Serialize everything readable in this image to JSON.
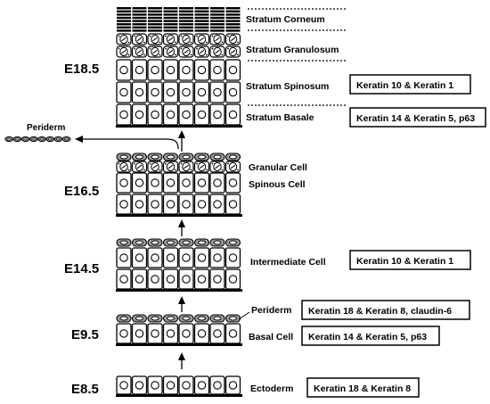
{
  "stages": {
    "e18": "E18.5",
    "e16": "E16.5",
    "e14": "E14.5",
    "e9": "E9.5",
    "e8": "E8.5"
  },
  "layers": {
    "stratum_corneum": "Stratum Corneum",
    "stratum_granulosum": "Stratum Granulosum",
    "stratum_spinosum": "Stratum Spinosum",
    "stratum_basale": "Stratum Basale",
    "granular_cell": "Granular Cell",
    "spinous_cell": "Spinous Cell",
    "intermediate_cell": "Intermediate  Cell",
    "periderm": "Periderm",
    "basal_cell": "Basal Cell",
    "ectoderm": "Ectoderm",
    "shed_periderm": "Periderm"
  },
  "markers": {
    "spinosum": "Keratin 10 & Keratin 1",
    "basale": "Keratin 14 & Keratin 5, p63",
    "intermediate": "Keratin 10 & Keratin 1",
    "periderm": "Keratin 18 & Keratin 8, claudin-6",
    "basal": "Keratin 14 & Keratin 5, p63",
    "ectoderm": "Keratin 18 & Keratin 8"
  },
  "colors": {
    "periderm_fill": "#9a9a9a",
    "ink": "#000000"
  }
}
